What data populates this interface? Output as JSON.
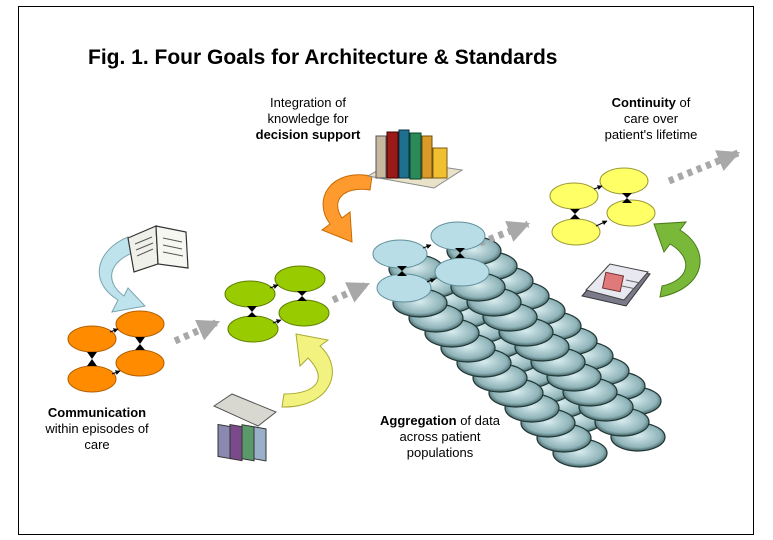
{
  "title": "Fig. 1. Four Goals for Architecture & Standards",
  "goals": {
    "decision_support": {
      "line1": "Integration of",
      "line2": "knowledge for",
      "bold": "decision support"
    },
    "continuity": {
      "bold": "Continuity",
      "rest": " of",
      "line2": "care over",
      "line3": "patient's lifetime"
    },
    "communication": {
      "bold": "Communication",
      "line2": "within episodes of",
      "line3": "care"
    },
    "aggregation": {
      "bold": "Aggregation",
      "rest": " of data",
      "line2": "across patient",
      "line3": "populations"
    }
  },
  "colors": {
    "orange": "#ff8c00",
    "green": "#99cc00",
    "light_blue": "#b9dde6",
    "yellow": "#ffff66",
    "arrow_gray": "#a8a8a8"
  },
  "icons": [
    "open-book-icon",
    "bookshelf-icon",
    "binders-icon",
    "medical-record-icon"
  ]
}
